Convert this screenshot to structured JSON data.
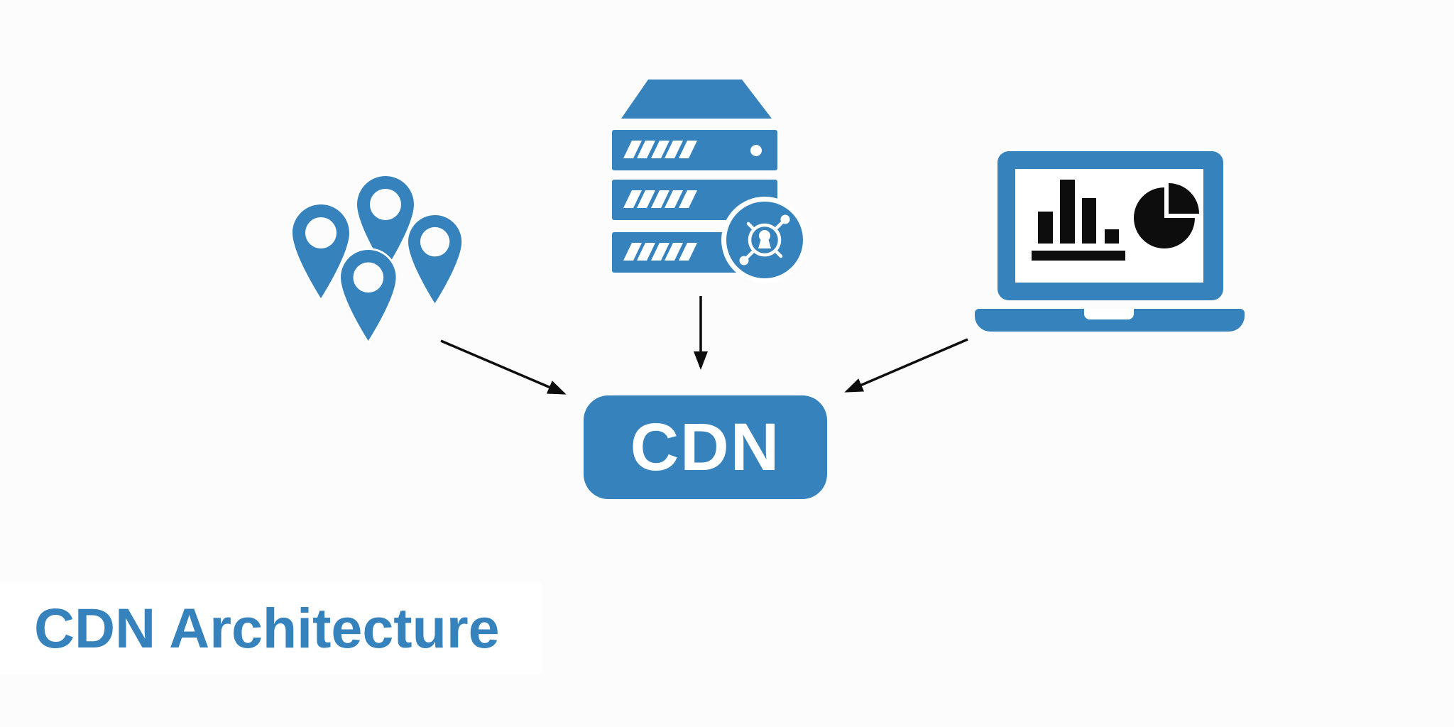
{
  "colors": {
    "accent": "#3682BD",
    "ink": "#0D0D0D",
    "canvas": "#FCFCFC",
    "panel": "#FFFFFF"
  },
  "diagram": {
    "title": "CDN Architecture",
    "cdn_label": "CDN",
    "nodes": [
      {
        "id": "edge-locations",
        "icon": "map-pins-icon"
      },
      {
        "id": "origin-server",
        "icon": "server-security-icon"
      },
      {
        "id": "client-laptop",
        "icon": "laptop-analytics-icon"
      }
    ],
    "arrows": [
      {
        "from": "edge-locations",
        "to": "cdn"
      },
      {
        "from": "origin-server",
        "to": "cdn"
      },
      {
        "from": "client-laptop",
        "to": "cdn"
      }
    ]
  }
}
